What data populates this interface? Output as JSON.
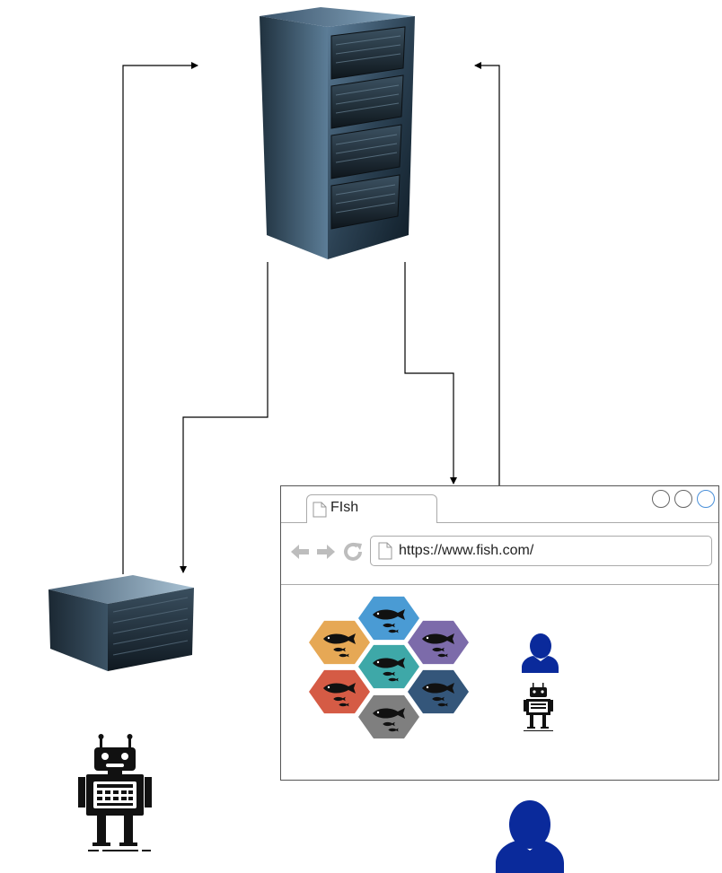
{
  "browser": {
    "tab_title": "FIsh",
    "url": "https://www.fish.com/",
    "icons": {
      "tab": "page-icon",
      "address": "page-icon",
      "back": "back-arrow-icon",
      "forward": "forward-arrow-icon",
      "reload": "reload-icon"
    },
    "window_buttons": [
      {
        "name": "window-button-1",
        "highlight": false
      },
      {
        "name": "window-button-2",
        "highlight": false
      },
      {
        "name": "window-button-3",
        "highlight": true
      }
    ]
  },
  "fish_hexagons": [
    {
      "name": "fish-hex-top",
      "color": "#4A9BD4"
    },
    {
      "name": "fish-hex-upper-left",
      "color": "#E6A855"
    },
    {
      "name": "fish-hex-upper-right",
      "color": "#7C6BAA"
    },
    {
      "name": "fish-hex-center",
      "color": "#3EA8A8"
    },
    {
      "name": "fish-hex-lower-left",
      "color": "#D55B45"
    },
    {
      "name": "fish-hex-lower-right",
      "color": "#34567A"
    },
    {
      "name": "fish-hex-bottom",
      "color": "#7F7F7F"
    }
  ],
  "icons": {
    "main_server": "server-rack-icon",
    "crawler_server": "rack-server-icon",
    "crawler_robot": "robot-icon",
    "user": "user-icon",
    "small_user": "user-icon",
    "small_robot": "robot-icon"
  },
  "colors": {
    "user_blue": "#0A2A9B",
    "robot_black": "#111111",
    "arrow": "#000000",
    "window_highlight": "#4A90D9"
  }
}
